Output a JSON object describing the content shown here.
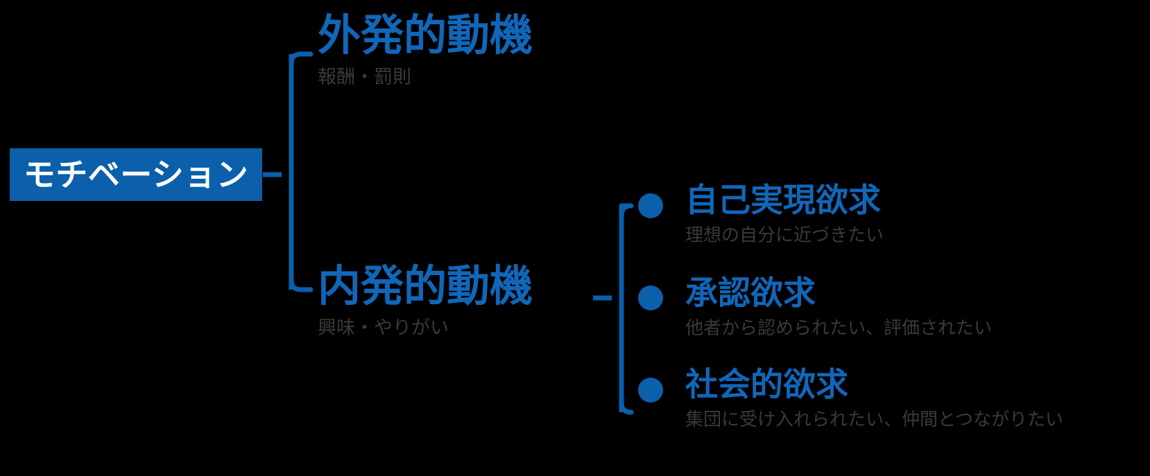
{
  "diagram": {
    "type": "mind-map",
    "root": {
      "label": "モチベーション"
    },
    "colors": {
      "background": "#000000",
      "accent_blue": "#0b5fab",
      "title_blue": "#1067b9",
      "subtitle_gray": "#3a3a3a",
      "root_text": "#ffffff"
    },
    "level1": [
      {
        "title": "外発的動機",
        "subtitle": "報酬・罰則"
      },
      {
        "title": "内発的動機",
        "subtitle": "興味・やりがい"
      }
    ],
    "level2": [
      {
        "title": "自己実現欲求",
        "subtitle": "理想の自分に近づきたい"
      },
      {
        "title": "承認欲求",
        "subtitle": "他者から認められたい、評価されたい"
      },
      {
        "title": "社会的欲求",
        "subtitle": "集団に受け入れられたい、仲間とつながりたい"
      }
    ]
  }
}
